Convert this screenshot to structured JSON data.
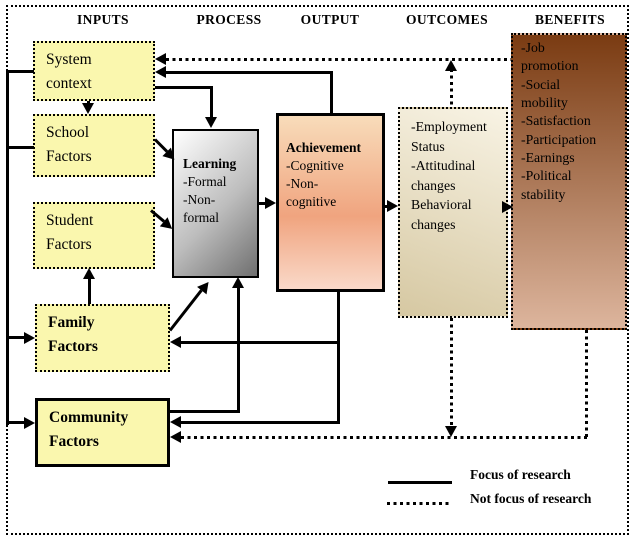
{
  "headers": {
    "inputs": "INPUTS",
    "process": "PROCESS",
    "output": "OUTPUT",
    "outcomes": "OUTCOMES",
    "benefits": "BENEFITS"
  },
  "inputs": {
    "system_context": "System\ncontext",
    "school_factors": "School\nFactors",
    "student_factors": "Student\nFactors",
    "family_factors": "Family\nFactors",
    "community_factors": "Community\nFactors"
  },
  "process": {
    "learning_title": "Learning",
    "learning_items": "-Formal\n-Non-\nformal"
  },
  "output": {
    "achievement_title": "Achievement",
    "achievement_items": "-Cognitive\n-Non-\ncognitive"
  },
  "outcomes_box": {
    "items": "-Employment\nStatus\n-Attitudinal\nchanges\nBehavioral\nchanges"
  },
  "benefits_box": {
    "items": "-Job\npromotion\n-Social\nmobility\n-Satisfaction\n-Participation\n-Earnings\n-Political\nstability"
  },
  "legend": {
    "focus": "Focus of research",
    "not_focus": "Not focus of research"
  },
  "colors": {
    "ink": "#000000",
    "input_box_fill": "#FAF7AE",
    "learning_fill_start": "#FFFFFF",
    "learning_fill_end": "#6F6F6F",
    "achievement_fill_top": "#F8DCBA",
    "achievement_fill_mid": "#F0A47F",
    "achievement_fill_bottom": "#FAD9C9",
    "outcomes_fill_start": "#F8F3E4",
    "outcomes_fill_end": "#D6C8A2",
    "benefits_fill_top": "#7A3B12",
    "benefits_fill_bottom": "#DDB59D"
  }
}
